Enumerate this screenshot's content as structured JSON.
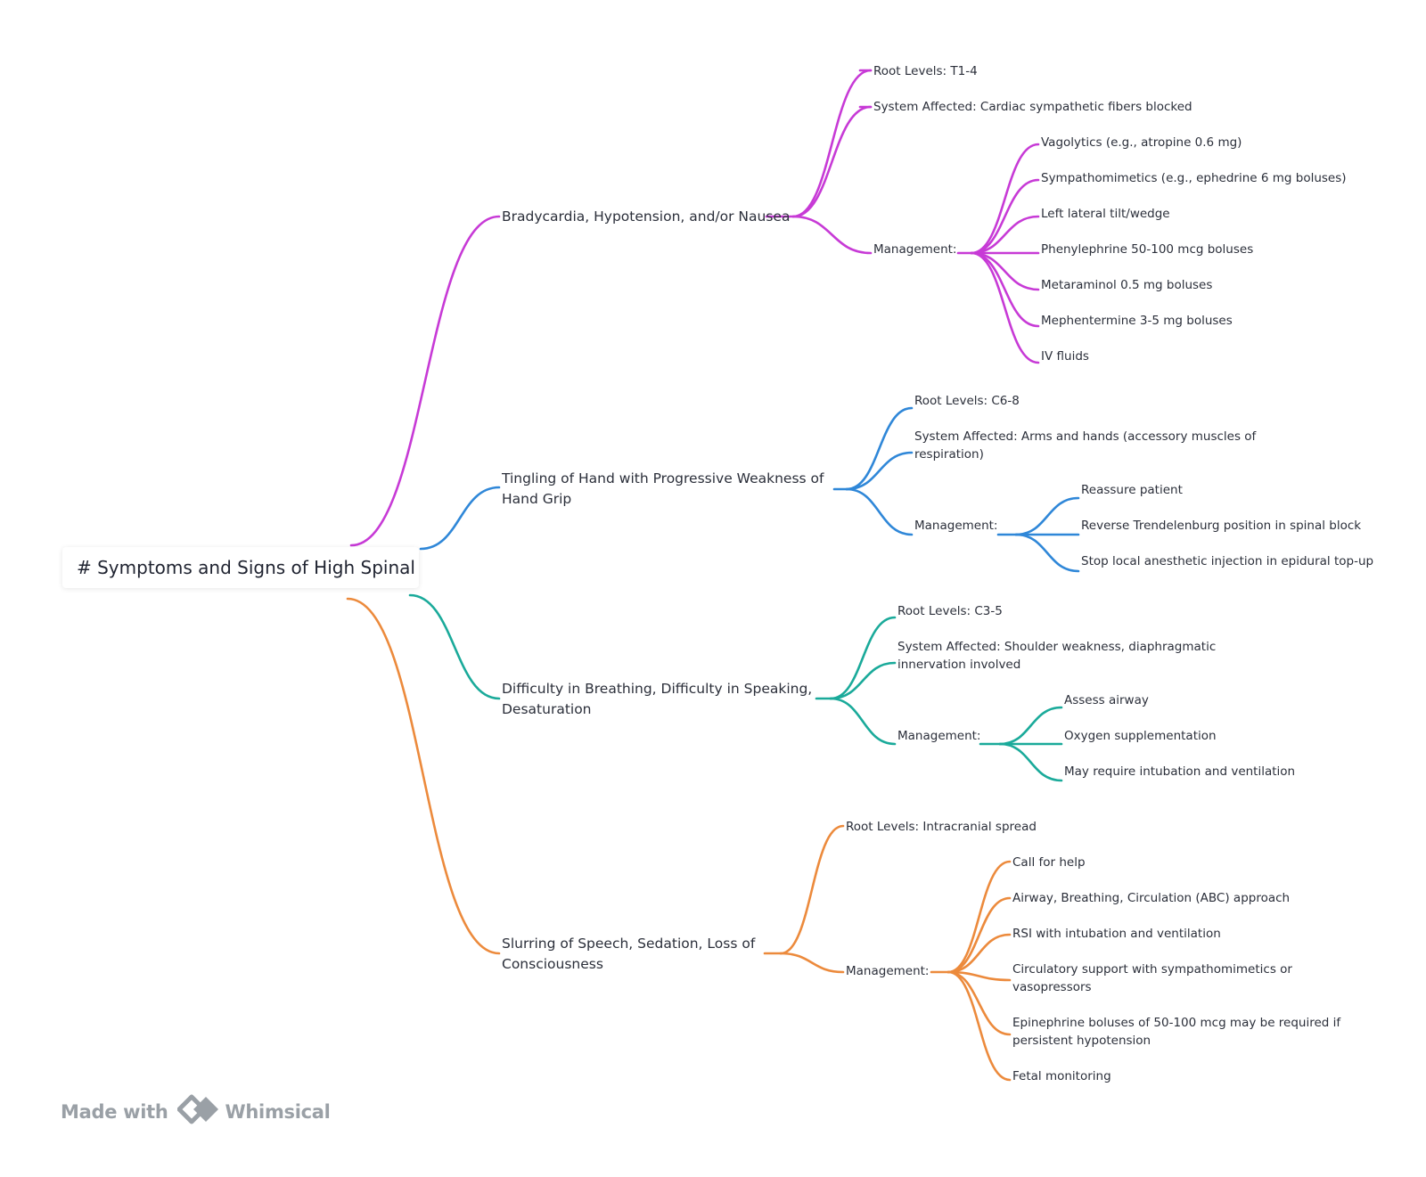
{
  "root": {
    "label": "# Symptoms and Signs of High Spinal"
  },
  "branches": [
    {
      "color": "#c73ad6",
      "label": "Bradycardia, Hypotension, and/or Nausea",
      "children": [
        {
          "label": "Root Levels: T1-4"
        },
        {
          "label": "System Affected: Cardiac sympathetic fibers blocked"
        },
        {
          "label": "Management:",
          "children": [
            {
              "label": "Vagolytics (e.g., atropine 0.6 mg)"
            },
            {
              "label": "Sympathomimetics (e.g., ephedrine 6 mg boluses)"
            },
            {
              "label": "Left lateral tilt/wedge"
            },
            {
              "label": "Phenylephrine 50-100 mcg boluses"
            },
            {
              "label": "Metaraminol 0.5 mg boluses"
            },
            {
              "label": "Mephentermine 3-5 mg boluses"
            },
            {
              "label": "IV fluids"
            }
          ]
        }
      ]
    },
    {
      "color": "#2f87d8",
      "label": "Tingling of Hand with Progressive Weakness of Hand Grip",
      "children": [
        {
          "label": "Root Levels: C6-8"
        },
        {
          "label": "System Affected: Arms and hands (accessory muscles of respiration)"
        },
        {
          "label": "Management:",
          "children": [
            {
              "label": "Reassure patient"
            },
            {
              "label": "Reverse Trendelenburg position in spinal block"
            },
            {
              "label": "Stop local anesthetic injection in epidural top-up"
            }
          ]
        }
      ]
    },
    {
      "color": "#1aaa9a",
      "label": "Difficulty in Breathing, Difficulty in Speaking, Desaturation",
      "children": [
        {
          "label": "Root Levels: C3-5"
        },
        {
          "label": "System Affected: Shoulder weakness, diaphragmatic innervation involved"
        },
        {
          "label": "Management:",
          "children": [
            {
              "label": "Assess airway"
            },
            {
              "label": "Oxygen supplementation"
            },
            {
              "label": "May require intubation and ventilation"
            }
          ]
        }
      ]
    },
    {
      "color": "#ec8a3c",
      "label": "Slurring of Speech, Sedation, Loss of Consciousness",
      "children": [
        {
          "label": "Root Levels: Intracranial spread"
        },
        {
          "label": "Management:",
          "children": [
            {
              "label": "Call for help"
            },
            {
              "label": "Airway, Breathing, Circulation (ABC) approach"
            },
            {
              "label": "RSI with intubation and ventilation"
            },
            {
              "label": "Circulatory support with sympathomimetics or vasopressors"
            },
            {
              "label": "Epinephrine boluses of 50-100 mcg may be required if persistent hypotension"
            },
            {
              "label": "Fetal monitoring"
            }
          ]
        }
      ]
    }
  ],
  "footer": {
    "made_with": "Made with",
    "brand": "Whimsical"
  }
}
